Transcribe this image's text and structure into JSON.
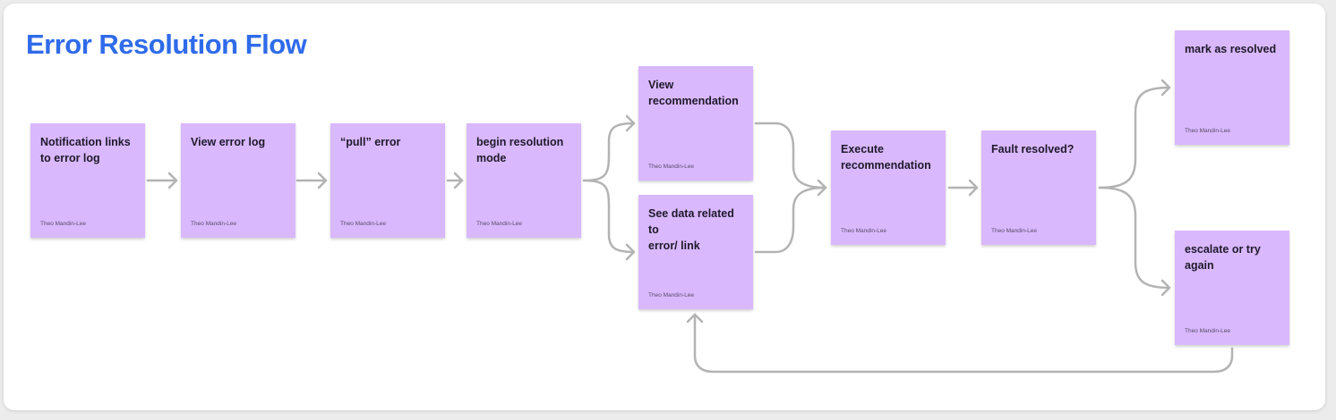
{
  "title": "Error Resolution Flow",
  "colors": {
    "title": "#2f6bea",
    "note": "#d9b8fd",
    "connector": "#b3b3b3",
    "board": "#ffffff"
  },
  "notes": [
    {
      "id": "notification-links",
      "text": "Notification links\nto error log",
      "author": "Theo Mandin-Lee"
    },
    {
      "id": "view-error-log",
      "text": "View error log",
      "author": "Theo Mandin-Lee"
    },
    {
      "id": "pull-error",
      "text": "“pull” error",
      "author": "Theo Mandin-Lee"
    },
    {
      "id": "begin-resolution",
      "text": "begin resolution\nmode",
      "author": "Theo Mandin-Lee"
    },
    {
      "id": "view-recommendation",
      "text": "View\nrecommendation",
      "author": "Theo Mandin-Lee"
    },
    {
      "id": "see-data",
      "text": "See data related to\nerror/ link",
      "author": "Theo Mandin-Lee"
    },
    {
      "id": "execute-recommendation",
      "text": "Execute\nrecommendation",
      "author": "Theo Mandin-Lee"
    },
    {
      "id": "fault-resolved",
      "text": "Fault resolved?",
      "author": "Theo Mandin-Lee"
    },
    {
      "id": "mark-resolved",
      "text": "mark as resolved",
      "author": "Theo Mandin-Lee"
    },
    {
      "id": "escalate",
      "text": "escalate or try\nagain",
      "author": "Theo Mandin-Lee"
    }
  ],
  "connections": [
    {
      "from": "notification-links",
      "to": "view-error-log"
    },
    {
      "from": "view-error-log",
      "to": "pull-error"
    },
    {
      "from": "pull-error",
      "to": "begin-resolution"
    },
    {
      "from": "begin-resolution",
      "to": "view-recommendation"
    },
    {
      "from": "begin-resolution",
      "to": "see-data"
    },
    {
      "from": "view-recommendation",
      "to": "execute-recommendation"
    },
    {
      "from": "see-data",
      "to": "execute-recommendation"
    },
    {
      "from": "execute-recommendation",
      "to": "fault-resolved"
    },
    {
      "from": "fault-resolved",
      "to": "mark-resolved"
    },
    {
      "from": "fault-resolved",
      "to": "escalate"
    },
    {
      "from": "escalate",
      "to": "see-data"
    }
  ]
}
